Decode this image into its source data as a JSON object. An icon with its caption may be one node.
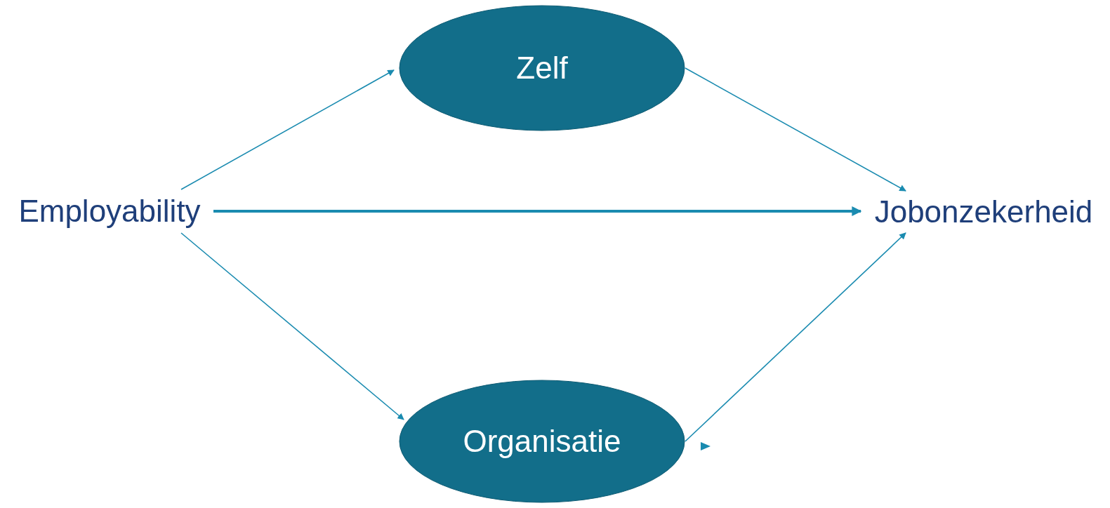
{
  "diagram": {
    "nodes": [
      {
        "text": [
          "Employability"
        ]
      },
      {
        "text": [
          "Zelf"
        ]
      },
      {
        "text": [
          "Organisatie"
        ]
      },
      {
        "text": [
          "Jobonzekerheid"
        ]
      }
    ],
    "edges": [
      {
        "from": 0,
        "to": 1,
        "arrow": "to"
      },
      {
        "from": 1,
        "to": 3,
        "arrow": "to"
      },
      {
        "from": 0,
        "to": 3,
        "arrow": "to",
        "style": "thick"
      },
      {
        "from": 0,
        "to": 2,
        "arrow": "to"
      },
      {
        "from": 2,
        "to": 3,
        "arrow": "to"
      }
    ]
  }
}
